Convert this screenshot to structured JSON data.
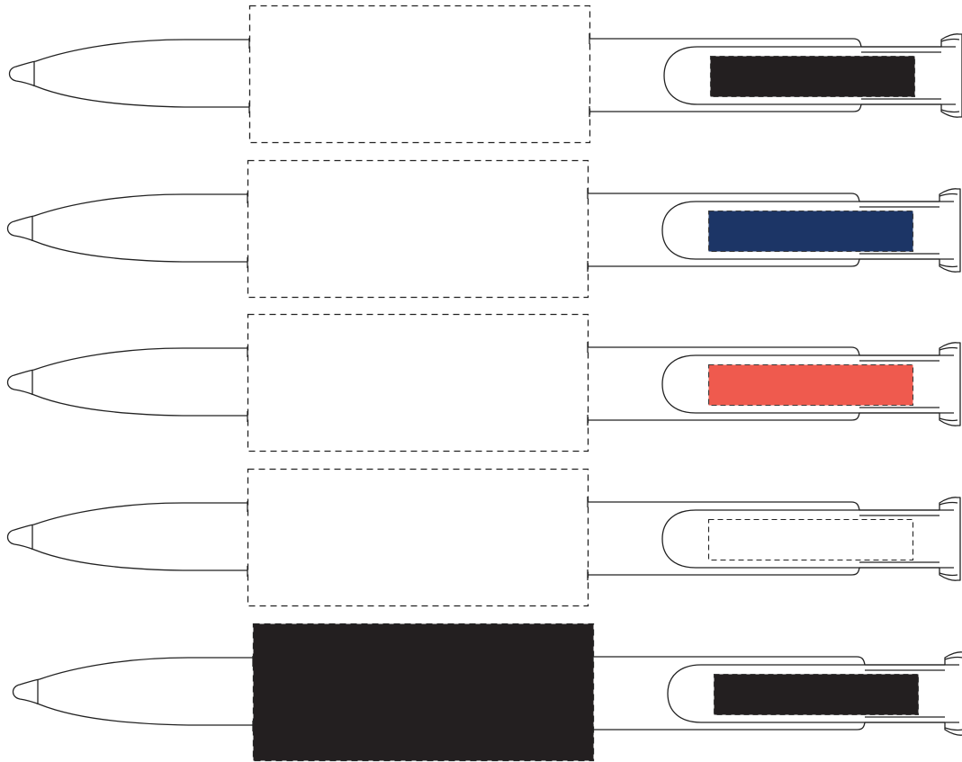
{
  "diagram": {
    "background_color": "#ffffff",
    "outline_color": "#222222",
    "pens": [
      {
        "grip_fill": "none",
        "clip_fill": "#231f20"
      },
      {
        "grip_fill": "none",
        "clip_fill": "#1c3566"
      },
      {
        "grip_fill": "none",
        "clip_fill": "#ef5a4e"
      },
      {
        "grip_fill": "none",
        "clip_fill": "none"
      },
      {
        "grip_fill": "#231f20",
        "clip_fill": "#231f20"
      }
    ]
  }
}
